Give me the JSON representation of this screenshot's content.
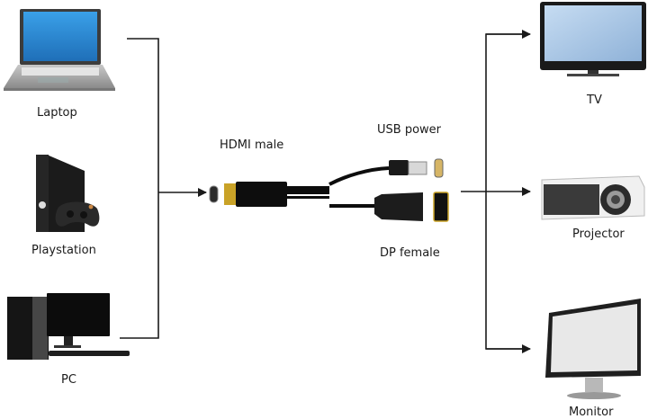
{
  "sources": [
    {
      "id": "laptop",
      "label": "Laptop",
      "icon": "laptop-icon"
    },
    {
      "id": "playstation",
      "label": "Playstation",
      "icon": "game-console-icon"
    },
    {
      "id": "pc",
      "label": "PC",
      "icon": "desktop-pc-icon"
    }
  ],
  "adapter": {
    "hdmi_label": "HDMI male",
    "usb_label": "USB power",
    "dp_label": "DP female",
    "icon": "hdmi-to-dp-adapter-cable-icon"
  },
  "outputs": [
    {
      "id": "tv",
      "label": "TV",
      "icon": "tv-icon"
    },
    {
      "id": "projector",
      "label": "Projector",
      "icon": "projector-icon"
    },
    {
      "id": "monitor",
      "label": "Monitor",
      "icon": "monitor-icon"
    }
  ],
  "colors": {
    "line": "#1a1a1a",
    "screen_blue": "#2a8fd6",
    "tv_screen": "#a9c7e6",
    "gold": "#c9a227"
  }
}
